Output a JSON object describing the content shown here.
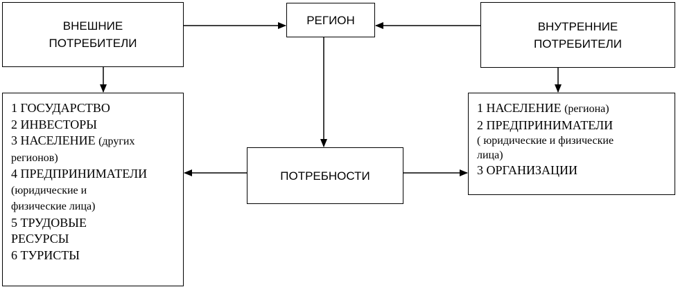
{
  "external": {
    "title": [
      "ВНЕШНИЕ",
      "ПОТРЕБИТЕЛИ"
    ],
    "items": [
      [
        "1 ГОСУДАРСТВО"
      ],
      [
        "2 ИНВЕСТОРЫ"
      ],
      [
        "3 НАСЕЛЕНИЕ ",
        "(других"
      ],
      [
        "регионов)"
      ],
      [
        "4 ПРЕДПРИНИМАТЕЛИ"
      ],
      [
        "(юридические и"
      ],
      [
        "физические лица)"
      ],
      [
        "5 ТРУДОВЫЕ"
      ],
      [
        "РЕСУРСЫ"
      ],
      [
        "6 ТУРИСТЫ"
      ]
    ]
  },
  "region": {
    "title": "РЕГИОН"
  },
  "internal": {
    "title": [
      "ВНУТРЕННИЕ",
      "ПОТРЕБИТЕЛИ"
    ],
    "items": [
      [
        "1 НАСЕЛЕНИЕ ",
        "(региона)"
      ],
      [
        "2 ПРЕДПРИНИМАТЕЛИ"
      ],
      [
        "",
        "( юридические и физические"
      ],
      [
        "",
        "лица)"
      ],
      [
        "3 ОРГАНИЗАЦИИ"
      ]
    ]
  },
  "needs": {
    "title": "ПОТРЕБНОСТИ"
  }
}
